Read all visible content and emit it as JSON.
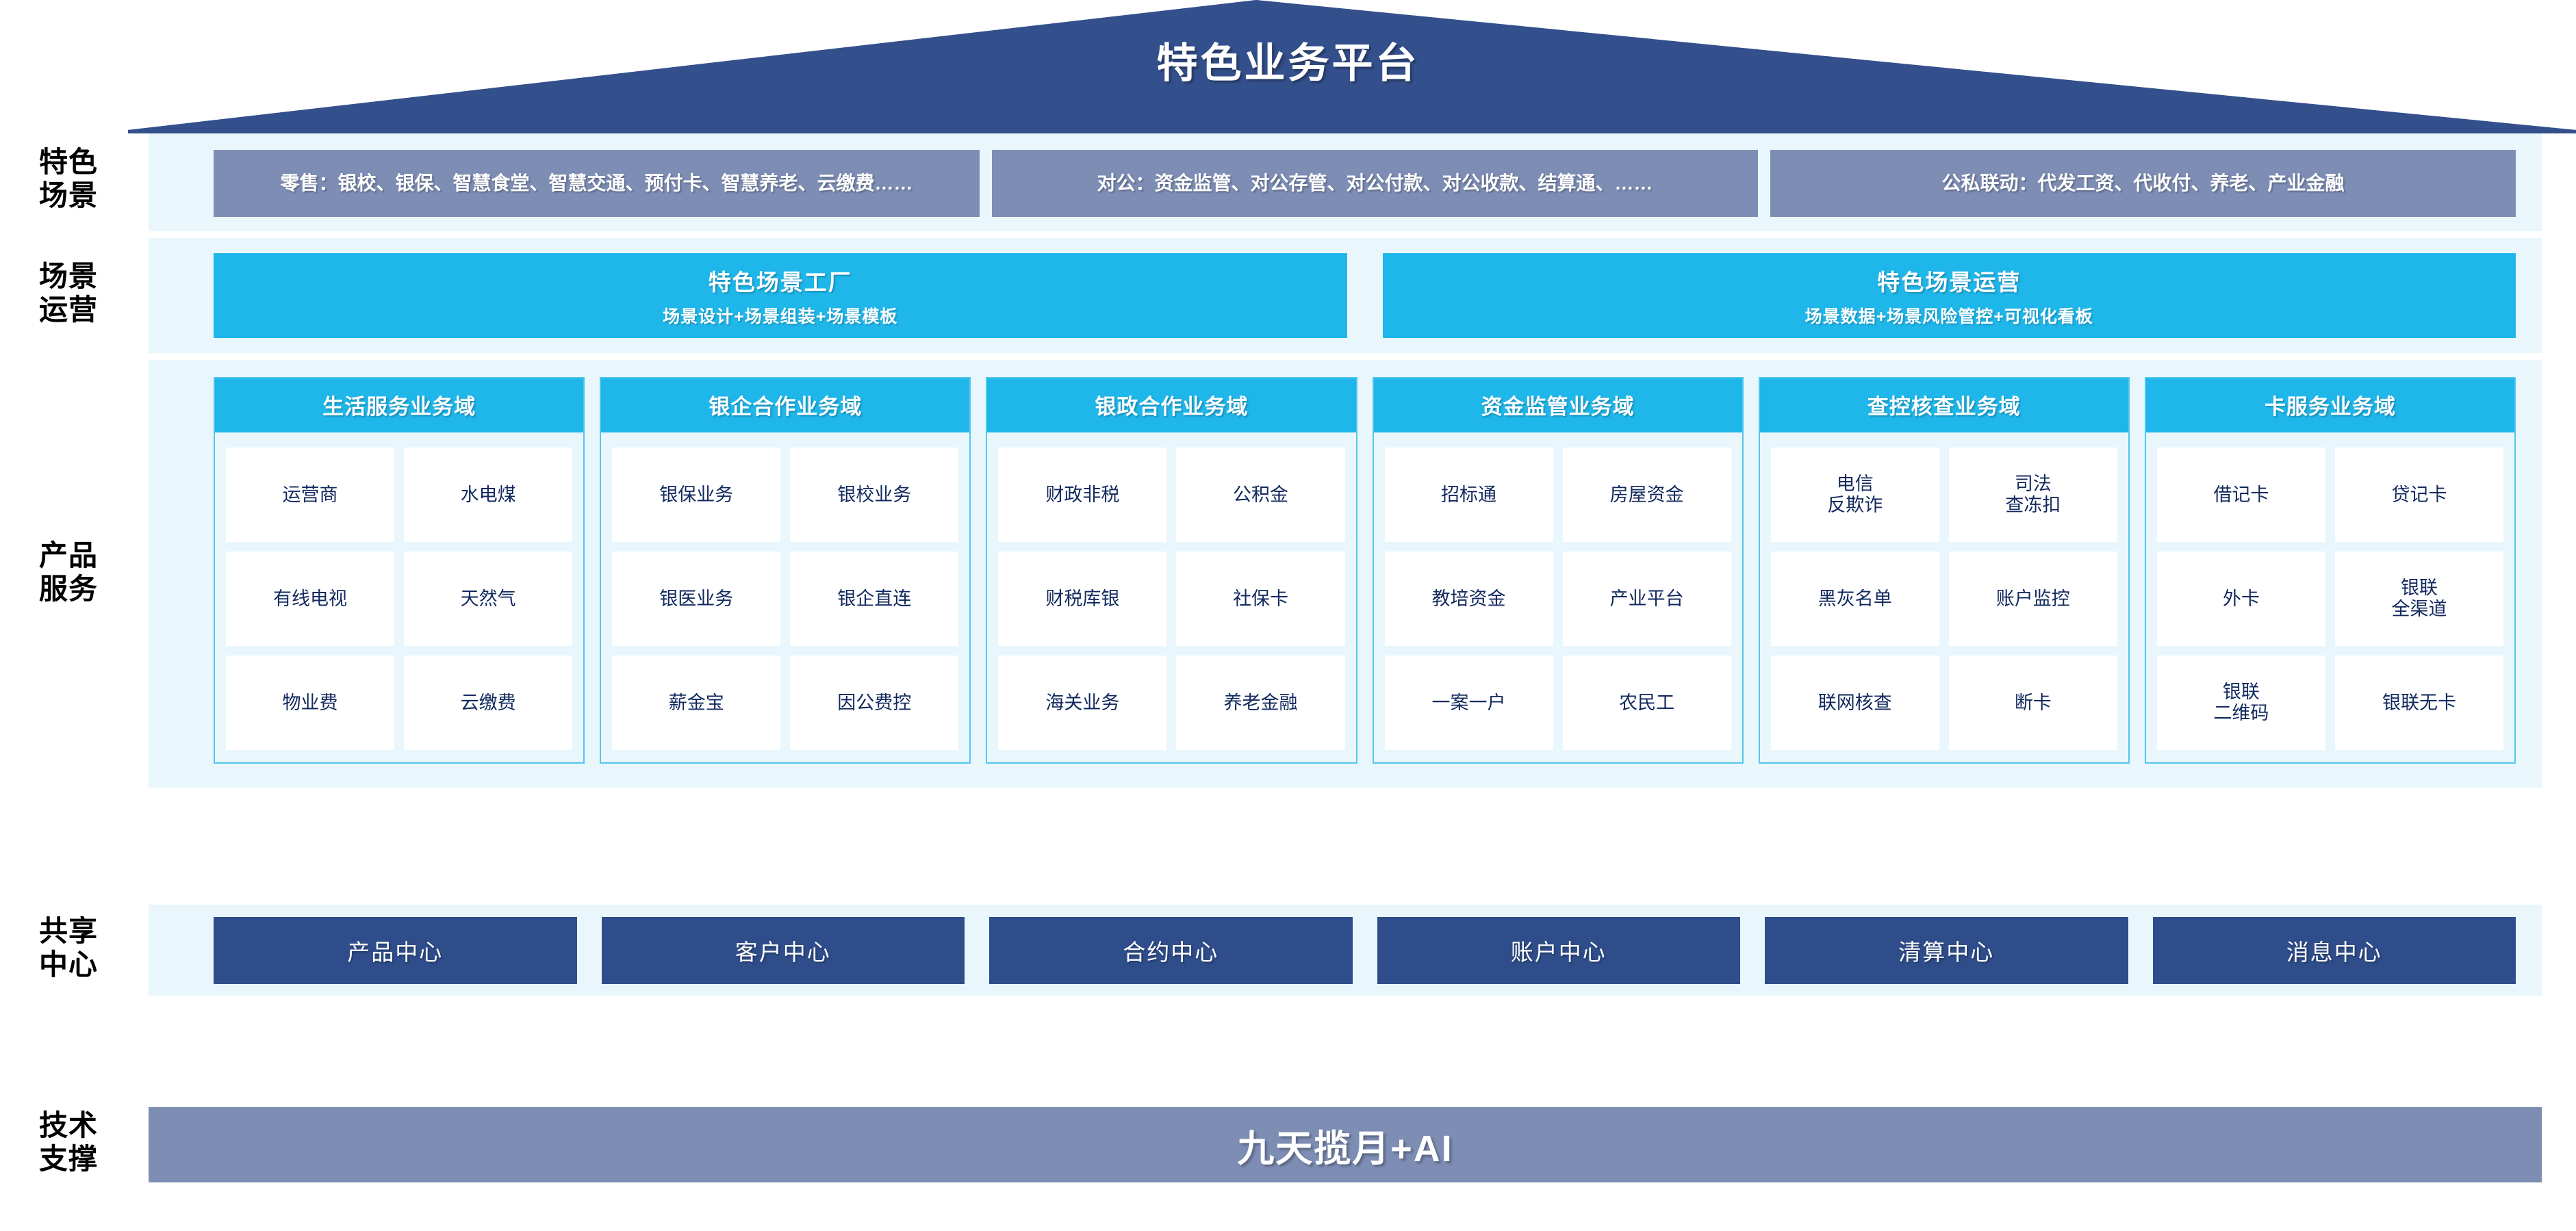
{
  "header": {
    "title": "特色业务平台",
    "roof_color": "#34508c"
  },
  "rows": {
    "scenario": {
      "label": "特色\n场景",
      "boxes": [
        "零售：银校、银保、智慧食堂、智慧交通、预付卡、智慧养老、云缴费……",
        "对公：资金监管、对公存管、对公付款、对公收款、结算通、……",
        "公私联动：代发工资、代收付、养老、产业金融"
      ],
      "box_color": "#7d8db4"
    },
    "operation": {
      "label": "场景\n运营",
      "boxes": [
        {
          "title": "特色场景工厂",
          "subtitle": "场景设计+场景组装+场景模板"
        },
        {
          "title": "特色场景运营",
          "subtitle": "场景数据+场景风险管控+可视化看板"
        }
      ],
      "box_color": "#1fb6ea"
    },
    "product": {
      "label": "产品\n服务",
      "header_color": "#1fb6ea",
      "border_color": "#52c6ef",
      "domains": [
        {
          "title": "生活服务业务域",
          "items": [
            "运营商",
            "水电煤",
            "有线电视",
            "天然气",
            "物业费",
            "云缴费"
          ]
        },
        {
          "title": "银企合作业务域",
          "items": [
            "银保业务",
            "银校业务",
            "银医业务",
            "银企直连",
            "薪金宝",
            "因公费控"
          ]
        },
        {
          "title": "银政合作业务域",
          "items": [
            "财政非税",
            "公积金",
            "财税库银",
            "社保卡",
            "海关业务",
            "养老金融"
          ]
        },
        {
          "title": "资金监管业务域",
          "items": [
            "招标通",
            "房屋资金",
            "教培资金",
            "产业平台",
            "一案一户",
            "农民工"
          ]
        },
        {
          "title": "查控核查业务域",
          "items": [
            "电信\n反欺诈",
            "司法\n查冻扣",
            "黑灰名单",
            "账户监控",
            "联网核查",
            "断卡"
          ]
        },
        {
          "title": "卡服务业务域",
          "items": [
            "借记卡",
            "贷记卡",
            "外卡",
            "银联\n全渠道",
            "银联\n二维码",
            "银联无卡"
          ]
        }
      ]
    },
    "center": {
      "label": "共享\n中心",
      "boxes": [
        "产品中心",
        "客户中心",
        "合约中心",
        "账户中心",
        "清算中心",
        "消息中心"
      ],
      "box_color": "#2f4d8a"
    },
    "tech": {
      "label": "技术\n支撑",
      "bar_text": "九天揽月+AI",
      "bar_color": "#7d8db4"
    }
  },
  "palette": {
    "panel_bg": "#e9f7fd",
    "page_bg": "#ffffff",
    "cell_text": "#12295e"
  }
}
